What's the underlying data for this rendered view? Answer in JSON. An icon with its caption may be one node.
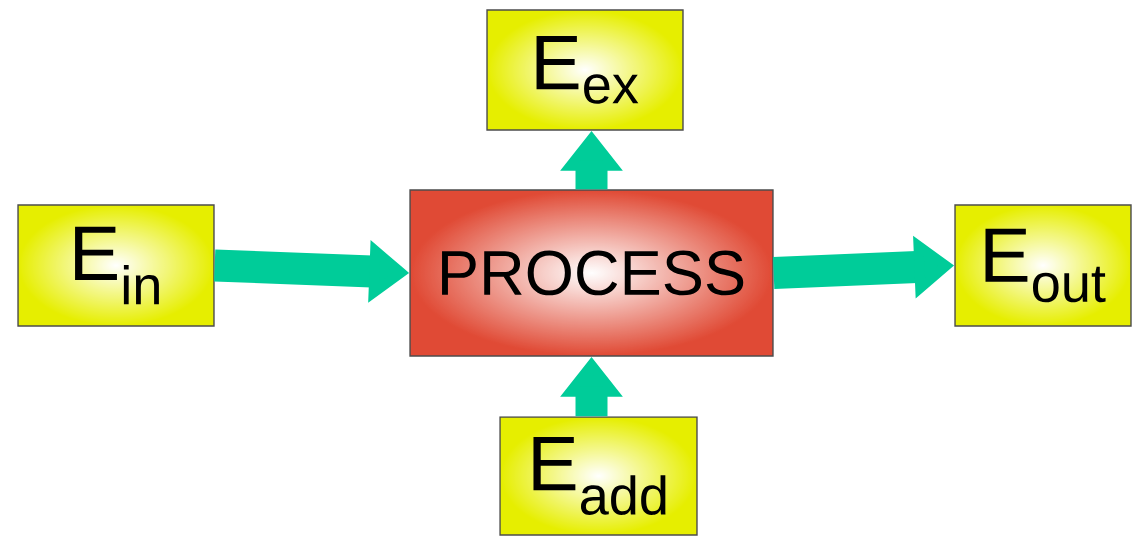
{
  "diagram": {
    "nodes": [
      {
        "text": [
          "E$_{ex}$"
        ]
      },
      {
        "text": [
          "E$_{in}$"
        ]
      },
      {
        "text": [
          "PROCESS"
        ]
      },
      {
        "text": [
          "E$_{out}$"
        ]
      },
      {
        "text": [
          "E$_{add}$"
        ]
      }
    ],
    "edges": [
      {
        "from": 1,
        "to": 2,
        "arrow": "to"
      },
      {
        "from": 2,
        "to": 3,
        "arrow": "to"
      },
      {
        "from": 4,
        "to": 2,
        "arrow": "to"
      },
      {
        "from": 2,
        "to": 0,
        "arrow": "to"
      }
    ]
  }
}
